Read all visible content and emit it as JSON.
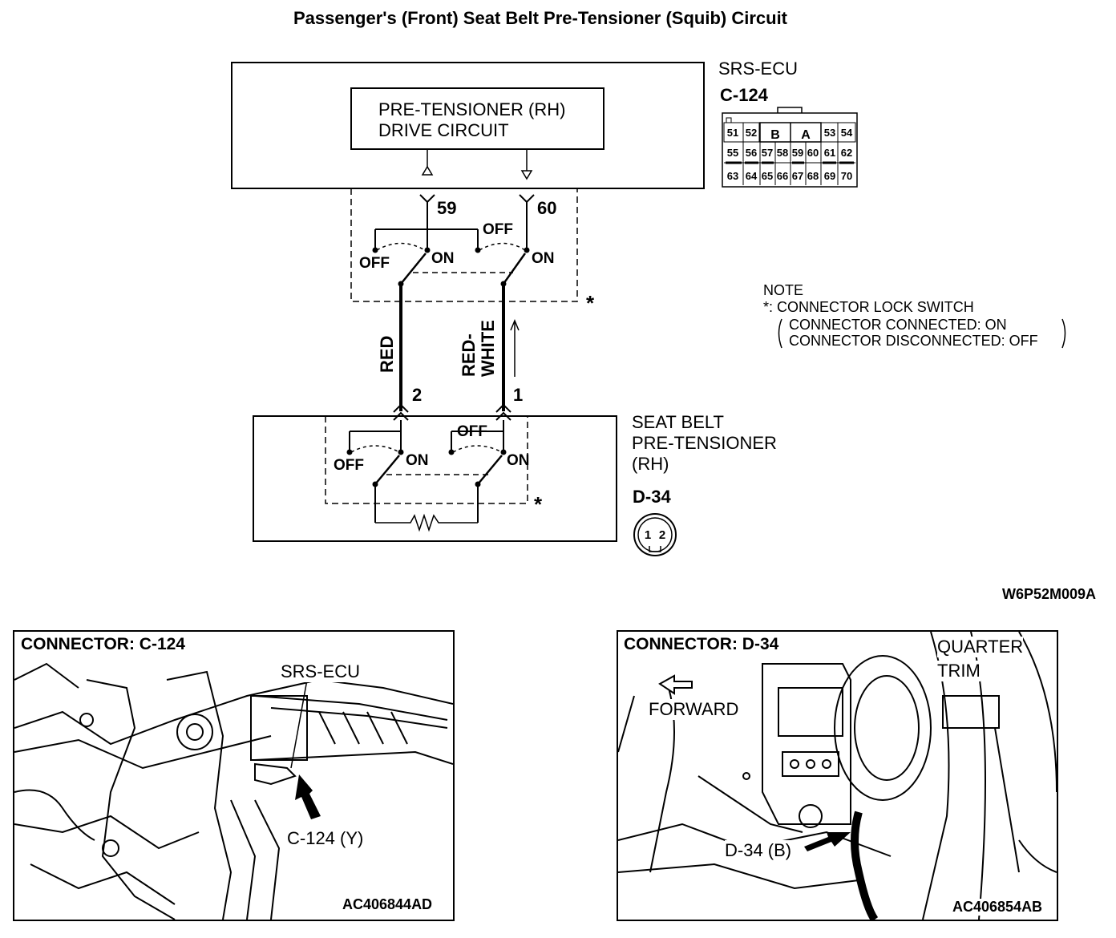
{
  "title": "Passenger's (Front) Seat Belt Pre-Tensioner (Squib) Circuit",
  "ecu": {
    "name": "SRS-ECU",
    "connector": "C-124",
    "drive_circuit": [
      "PRE-TENSIONER (RH)",
      "DRIVE CIRCUIT"
    ],
    "terminals": [
      "59",
      "60"
    ],
    "pins": {
      "row1": [
        "51",
        "52",
        "B",
        "A",
        "53",
        "54"
      ],
      "row2": [
        "55",
        "56",
        "57",
        "58",
        "59",
        "60",
        "61",
        "62"
      ],
      "row3": [
        "63",
        "64",
        "65",
        "66",
        "67",
        "68",
        "69",
        "70"
      ]
    }
  },
  "switch_labels": {
    "off": "OFF",
    "on": "ON",
    "star": "*"
  },
  "wires": [
    {
      "color": "RED",
      "terminal": "2"
    },
    {
      "color_line1": "RED-",
      "color_line2": "WHITE",
      "terminal": "1"
    }
  ],
  "pretensioner": {
    "name": [
      "SEAT BELT",
      "PRE-TENSIONER",
      "(RH)"
    ],
    "connector": "D-34",
    "pins": [
      "1",
      "2"
    ]
  },
  "note": {
    "heading": "NOTE",
    "line1": "*: CONNECTOR LOCK SWITCH",
    "line2": "CONNECTOR CONNECTED: ON",
    "line3": "CONNECTOR DISCONNECTED: OFF"
  },
  "diagram_code": "W6P52M009A",
  "photo_left": {
    "heading": "CONNECTOR: C-124",
    "label_ecu": "SRS-ECU",
    "label_conn": "C-124 (Y)",
    "code": "AC406844AD"
  },
  "photo_right": {
    "heading": "CONNECTOR: D-34",
    "label_trim_1": "QUARTER",
    "label_trim_2": "TRIM",
    "label_forward": "FORWARD",
    "label_conn": "D-34 (B)",
    "code": "AC406854AB"
  }
}
